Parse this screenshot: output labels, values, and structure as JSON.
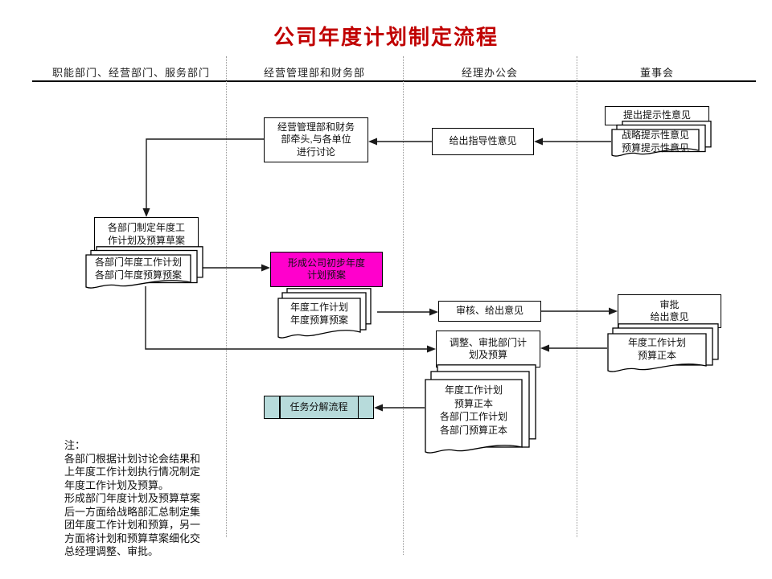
{
  "title": "公司年度计划制定流程",
  "lanes": {
    "lane1": "职能部门、经营部门、服务部门",
    "lane2": "经营管理部和财务部",
    "lane3": "经理办公会",
    "lane4": "董事会"
  },
  "nodes": {
    "propose_hint": {
      "label": "提出提示性意见",
      "type": "process"
    },
    "hint_docs": {
      "label": "战略提示性意见\n预算提示性意见",
      "type": "document-stack"
    },
    "guidance": {
      "label": "给出指导性意见",
      "type": "process"
    },
    "lead_discussion": {
      "label": "经营管理部和财务\n部牵头,与各单位\n进行讨论",
      "type": "process"
    },
    "dept_draft": {
      "label": "各部门制定年度工\n作计划及预算草案",
      "type": "process"
    },
    "dept_docs": {
      "label": "各部门年度工作计划\n各部门年度预算预案",
      "type": "document-stack"
    },
    "form_preliminary": {
      "label": "形成公司初步年度\n计划预案",
      "type": "process-highlight"
    },
    "annual_docs": {
      "label": "年度工作计划\n年度预算预案",
      "type": "document-stack"
    },
    "review": {
      "label": "审核、给出意见",
      "type": "process"
    },
    "approve": {
      "label": "审批\n给出意见",
      "type": "process"
    },
    "approved_docs": {
      "label": "年度工作计划\n预算正本",
      "type": "document-stack"
    },
    "adjust": {
      "label": "调整、审批部门计\n划及预算",
      "type": "process"
    },
    "final_docs": {
      "label": "年度工作计划\n预算正本\n各部门工作计划\n各部门预算正本",
      "type": "document-stack"
    },
    "task_decompose": {
      "label": "任务分解流程",
      "type": "predefined-process"
    }
  },
  "note": {
    "text": "注：\n各部门根据计划讨论会结果和\n上年度工作计划执行情况制定\n年度工作计划及预算。\n形成部门年度计划及预算草案\n后一方面给战略部汇总制定集\n团年度工作计划和预算，另一\n方面将计划和预算草案细化交\n总经理调整、审批。"
  },
  "colors": {
    "title": "#C00000",
    "highlight": "#FF00CC",
    "predefined": "#B7DBDB",
    "line": "#1a1a1a"
  }
}
